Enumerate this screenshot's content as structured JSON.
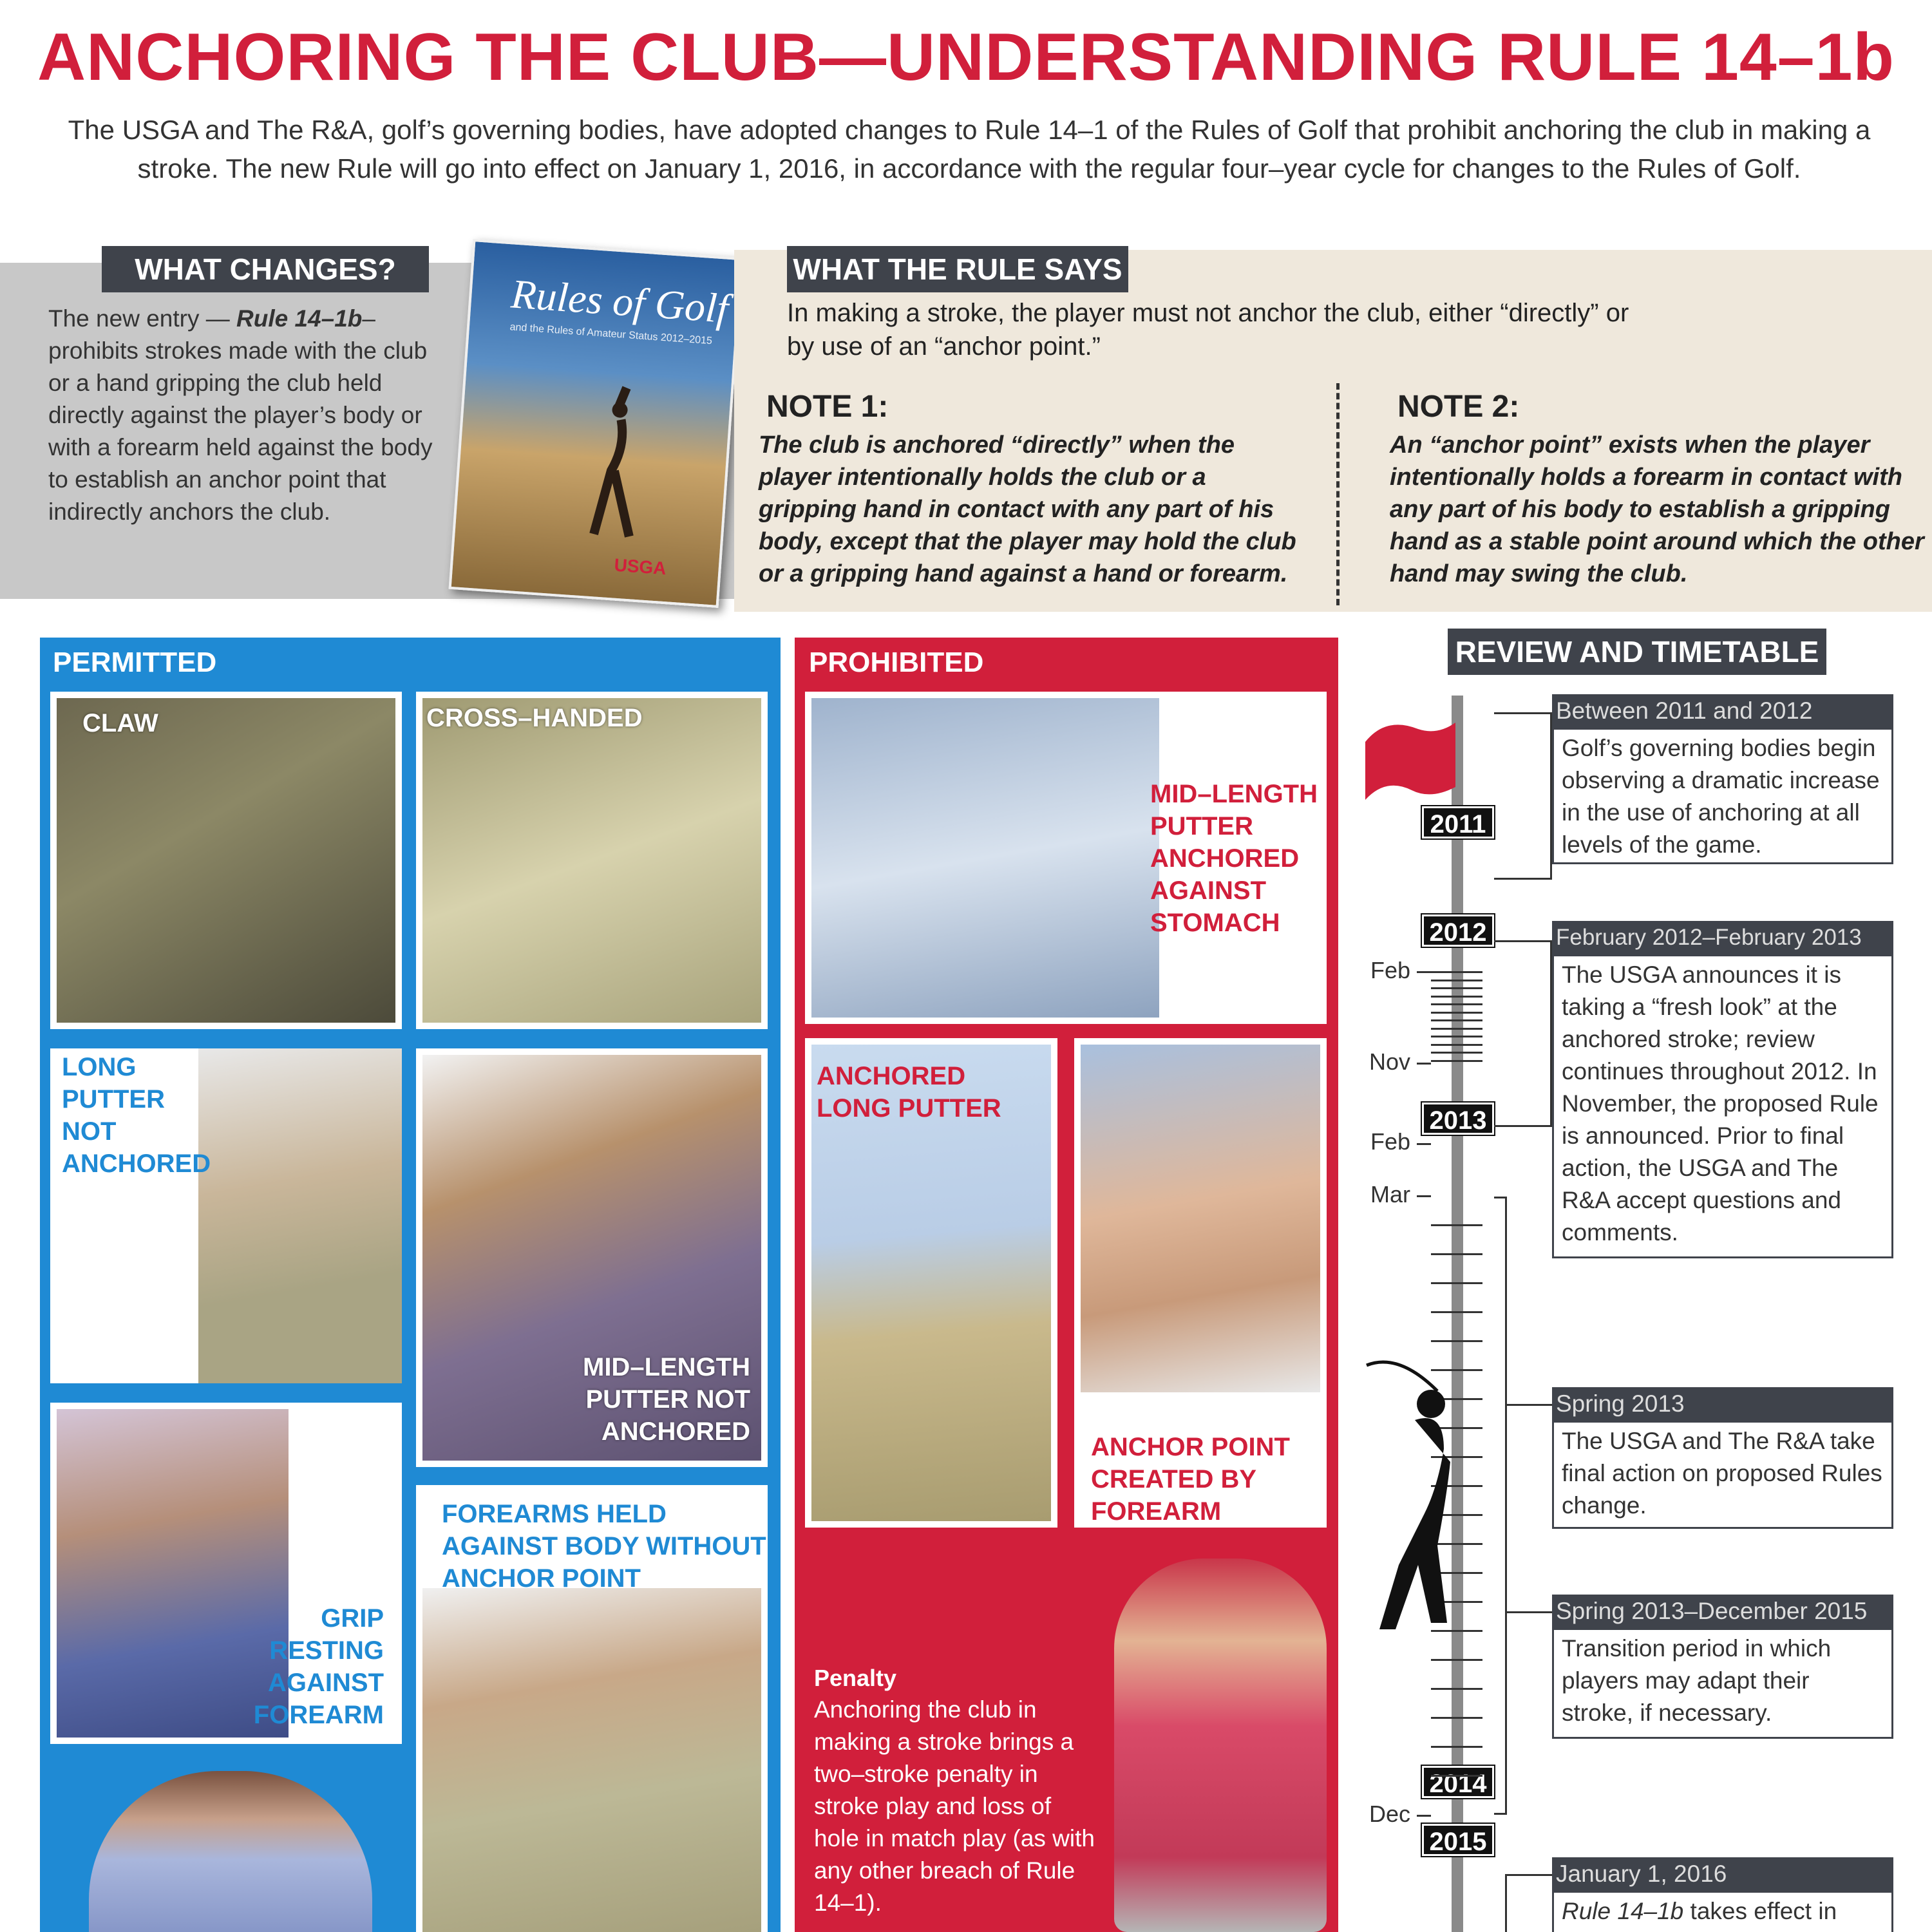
{
  "header": {
    "title": "ANCHORING THE CLUB—UNDERSTANDING RULE 14–1b",
    "intro": "The USGA and The R&A, golf’s governing bodies, have adopted changes to Rule 14–1 of the Rules of Golf that prohibit anchoring the club in making a stroke. The new Rule will go into effect on January 1, 2016, in accordance with the regular four–year cycle for changes to the Rules of Golf."
  },
  "what_changes": {
    "heading": "WHAT CHANGES?",
    "text_prefix": "The new entry — ",
    "rule": "Rule 14–1b",
    "text_rest": "– prohibits strokes made with the club or a hand gripping the club held directly against the player’s body or with a forearm held against the body to establish an anchor point that indirectly anchors the club.",
    "book_title": "Rules of Golf",
    "book_subtitle": "and the Rules of Amateur Status 2012–2015",
    "book_logo": "USGA"
  },
  "what_rule_says": {
    "heading": "WHAT THE RULE SAYS",
    "text": "In making a stroke, the player must not anchor the club, either “directly” or by use of an “anchor point.”",
    "note1_heading": "NOTE 1:",
    "note1_text": "The club is anchored “directly” when the player intentionally holds the club or a gripping hand in contact with any part of his body, except that the player may hold the club or a gripping hand against a hand or forearm.",
    "note2_heading": "NOTE 2:",
    "note2_text": "An “anchor point” exists when the player intentionally holds a forearm in contact with any part of his body to establish a gripping hand as a stable point around which the other hand may swing the club."
  },
  "permitted": {
    "heading": "PERMITTED",
    "claw": "CLAW",
    "cross_handed": "CROSS–HANDED",
    "long_putter": "LONG\nPUTTER\nNOT\nANCHORED",
    "mid_length": "MID–LENGTH\nPUTTER NOT\nANCHORED",
    "grip_resting": "GRIP\nRESTING\nAGAINST\nFOREARM",
    "forearms_held": "FOREARMS HELD\nAGAINST BODY WITHOUT\nANCHOR POINT"
  },
  "prohibited": {
    "heading": "PROHIBITED",
    "mid_length": "MID–LENGTH\nPUTTER\nANCHORED\nAGAINST\nSTOMACH",
    "long_putter": "ANCHORED\nLONG PUTTER",
    "anchor_point": "ANCHOR POINT\nCREATED BY\nFOREARM",
    "penalty_heading": "Penalty",
    "penalty_text": "Anchoring the club in making a stroke brings a two–stroke penalty in stroke play and loss of hole in match play (as with any other breach of Rule 14–1)."
  },
  "timeline": {
    "heading": "REVIEW AND TIMETABLE",
    "years": [
      "2011",
      "2012",
      "2013",
      "2014",
      "2015"
    ],
    "months": [
      "Feb",
      "Nov",
      "Feb",
      "Mar",
      "Dec"
    ],
    "events": [
      {
        "title": "Between 2011 and 2012",
        "text": "Golf’s governing bodies begin observing a dramatic increase in the use of anchoring at all levels of the game."
      },
      {
        "title": "February 2012–February 2013",
        "text": "The USGA announces it is taking a “fresh look” at the anchored stroke; review continues throughout 2012. In November, the proposed Rule is announced. Prior to final action, the USGA and The R&A accept questions and comments."
      },
      {
        "title": "Spring 2013",
        "text": "The USGA and The R&A take final action on proposed Rules change."
      },
      {
        "title": "Spring 2013–December 2015",
        "text": "Transition period in which players may adapt their stroke, if necessary."
      },
      {
        "title": "January 1, 2016",
        "text_prefix": "Rule 14–1b",
        "text": " takes effect in"
      }
    ]
  },
  "colors": {
    "accent_red": "#d11f3b",
    "permitted_blue": "#1f8ad4",
    "tab_dark": "#3f434b"
  }
}
